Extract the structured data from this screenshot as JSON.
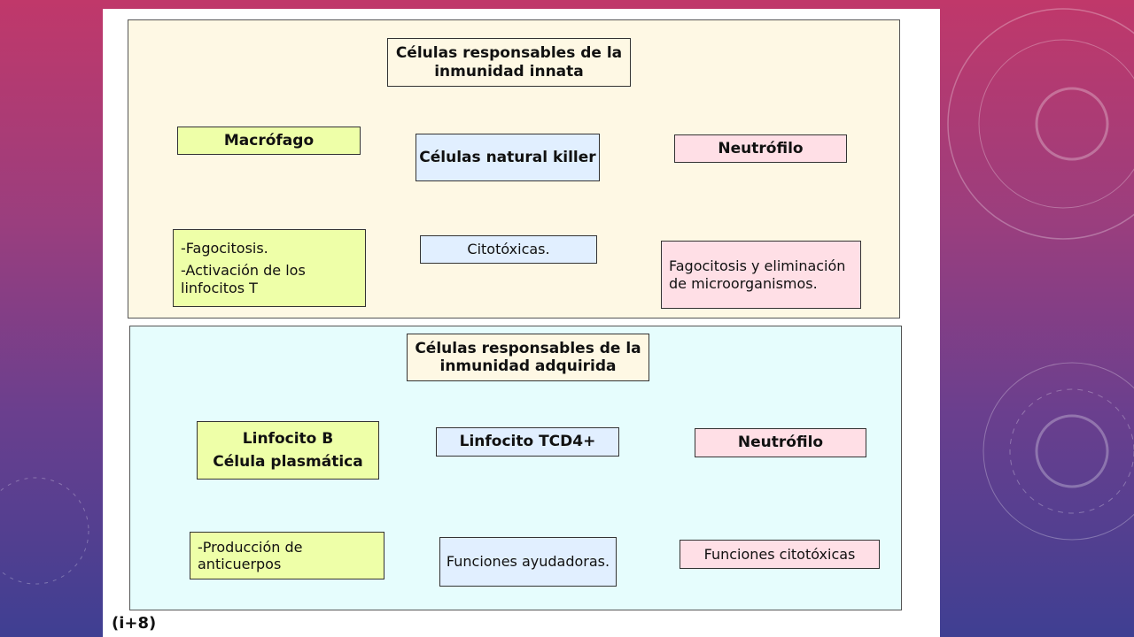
{
  "innate": {
    "title": "Células responsables de la inmunidad innata",
    "cells": [
      {
        "label": "Macrófago",
        "functions": [
          "-Fagocitosis.",
          "-Activación de los linfocitos T"
        ]
      },
      {
        "label": "Células natural killer",
        "functions": [
          "Citotóxicas."
        ]
      },
      {
        "label": "Neutrófilo",
        "functions": [
          "Fagocitosis y eliminación de microorganismos."
        ]
      }
    ]
  },
  "acquired": {
    "title": "Células responsables de la inmunidad adquirida",
    "cells": [
      {
        "label": "Linfocito B",
        "label2": "Célula plasmática",
        "functions": [
          "-Producción de anticuerpos"
        ]
      },
      {
        "label": "Linfocito TCD4+",
        "functions": [
          "Funciones ayudadoras."
        ]
      },
      {
        "label": "Neutrófilo",
        "functions": [
          "Funciones citotóxicas"
        ]
      }
    ]
  },
  "footnote": "(i+8)",
  "colors": {
    "innate_panel": "#fef8e4",
    "acquired_panel": "#e6fdfd",
    "green": "#eeffa8",
    "blue": "#e1efff",
    "pink": "#ffdfe6"
  }
}
